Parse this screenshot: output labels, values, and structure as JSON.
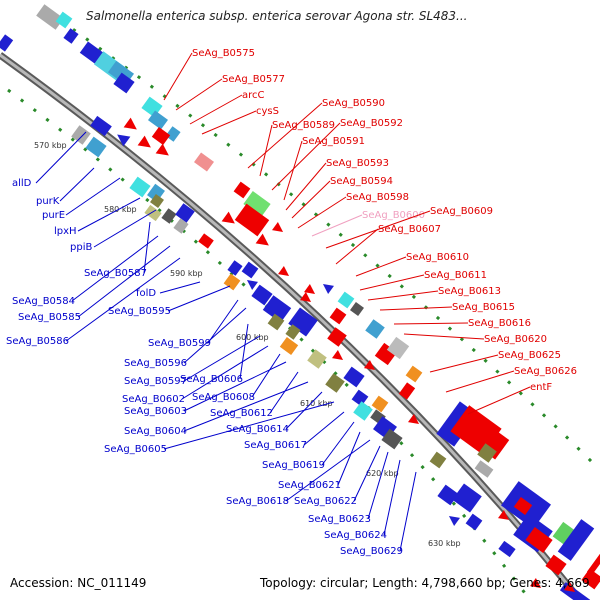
{
  "title": "Salmonella enterica subsp. enterica serovar Agona str. SL483...",
  "footer": {
    "accession": "Accession: NC_011149",
    "topology": "Topology: circular; Length: 4,798,660 bp; Genes: 4,669"
  },
  "colors": {
    "backbone": "#8c8c8c",
    "reverse_label": "#0000cc",
    "forward_label": "#e00000",
    "highlight_label": "#f0a0c0"
  },
  "scale": [
    "570 kbp",
    "580 kbp",
    "590 kbp",
    "600 kbp",
    "610 kbp",
    "620 kbp",
    "630 kbp"
  ],
  "reverse_labels": [
    "allD",
    "purK",
    "purE",
    "lpxH",
    "ppiB",
    "SeAg_B0587",
    "SeAg_B0584",
    "SeAg_B0585",
    "SeAg_B0586",
    "folD",
    "SeAg_B0595",
    "SeAg_B0599",
    "SeAg_B0596",
    "SeAg_B0606",
    "SeAg_B0597",
    "SeAg_B0602",
    "SeAg_B0608",
    "SeAg_B0603",
    "SeAg_B0612",
    "SeAg_B0604",
    "SeAg_B0614",
    "SeAg_B0605",
    "SeAg_B0617",
    "SeAg_B0619",
    "SeAg_B0621",
    "SeAg_B0618",
    "SeAg_B0622",
    "SeAg_B0623",
    "SeAg_B0624",
    "SeAg_B0629"
  ],
  "forward_labels": [
    "SeAg_B0575",
    "SeAg_B0577",
    "arcC",
    "cysS",
    "SeAg_B0590",
    "SeAg_B0589",
    "SeAg_B0592",
    "SeAg_B0591",
    "SeAg_B0593",
    "SeAg_B0594",
    "SeAg_B0598",
    "SeAg_B0600",
    "SeAg_B0609",
    "SeAg_B0607",
    "SeAg_B0610",
    "SeAg_B0611",
    "SeAg_B0613",
    "SeAg_B0615",
    "SeAg_B0616",
    "SeAg_B0620",
    "SeAg_B0625",
    "SeAg_B0626",
    "entF"
  ]
}
